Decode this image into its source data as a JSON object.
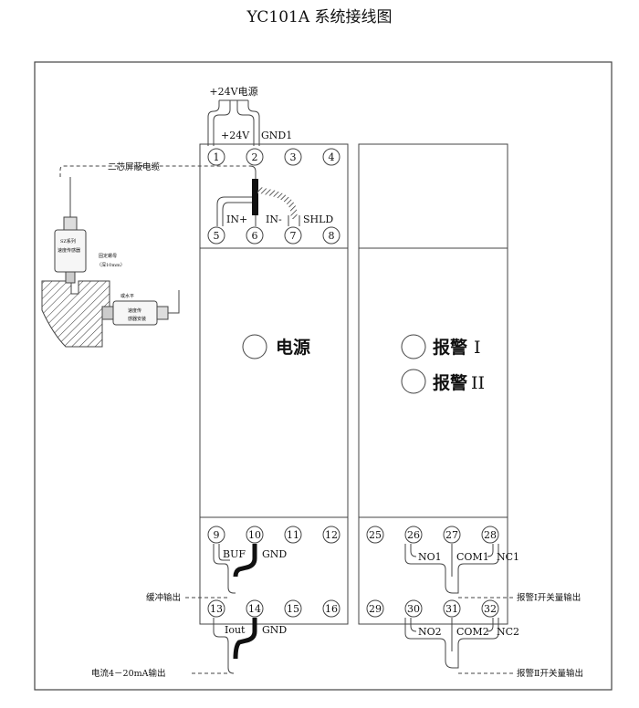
{
  "title": "YC101A 系统接线图",
  "power": {
    "label": "+24V电源",
    "pin_plus": "+24V",
    "pin_gnd": "GND1"
  },
  "cable": {
    "label": "二芯屏蔽电缆",
    "in_plus": "IN+",
    "in_minus": "IN-",
    "shield": "SHLD"
  },
  "sensor": {
    "name_line1": "SZ系列",
    "name_line2": "速度传感器",
    "nut_line1": "固定螺母",
    "nut_line2": "（深10mm）",
    "level_label": "或水平",
    "side_line1": "速度传",
    "side_line2": "感器安装"
  },
  "terminals": {
    "top_left": [
      "1",
      "2",
      "3",
      "4",
      "5",
      "6",
      "7",
      "8"
    ],
    "bottom_left": [
      "9",
      "10",
      "11",
      "12",
      "13",
      "14",
      "15",
      "16"
    ],
    "bottom_right": [
      "25",
      "26",
      "27",
      "28",
      "29",
      "30",
      "31",
      "32"
    ]
  },
  "indicators": {
    "power": "电源",
    "alarm1": "报警",
    "alarm1_level": "I",
    "alarm2": "报警",
    "alarm2_level": "II"
  },
  "outputs": {
    "buf": "BUF",
    "buf_gnd": "GND",
    "buf_label": "缓冲输出",
    "iout": "Iout",
    "iout_gnd": "GND",
    "iout_label": "电流4－20mA输出",
    "no1": "NO1",
    "com1": "COM1",
    "nc1": "NC1",
    "alarm1_out": "报警Ⅰ开关量输出",
    "no2": "NO2",
    "com2": "COM2",
    "nc2": "NC2",
    "alarm2_out": "报警Ⅱ开关量输出"
  }
}
